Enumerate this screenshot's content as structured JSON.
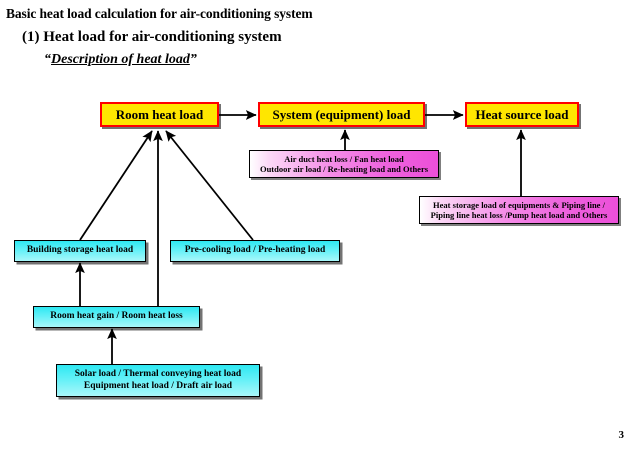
{
  "heading": {
    "main_title": "Basic heat load calculation for air-conditioning system",
    "section_title": "(1) Heat load for air-conditioning system",
    "quote_open": "“",
    "quote_text": "Description of heat load",
    "quote_close": "”"
  },
  "diagram": {
    "top_row": [
      {
        "id": "room-heat-load",
        "label": "Room heat load",
        "color": "#ffe600",
        "border_color": "#ff0000"
      },
      {
        "id": "system-equipment-load",
        "label": "System (equipment) load",
        "color": "#ffe600",
        "border_color": "#ff0000"
      },
      {
        "id": "heat-source-load",
        "label": "Heat source load",
        "color": "#ffe600",
        "border_color": "#ff0000"
      }
    ],
    "magenta_notes": [
      {
        "id": "system-load-detail",
        "line1": "Air duct heat loss / Fan heat load",
        "line2": "Outdoor air load / Re-heating load and Others",
        "color": "#ee63de"
      },
      {
        "id": "heat-source-load-detail",
        "line1": "Heat storage load of equipments & Piping line /",
        "line2": "Piping line heat loss /Pump heat load and Others",
        "color": "#ee63de"
      }
    ],
    "cyan_nodes": [
      {
        "id": "building-storage-heat-load",
        "line1": "Building storage heat load",
        "line2": "",
        "color": "#2ee8f2"
      },
      {
        "id": "pre-cooling-pre-heating-load",
        "line1": "Pre-cooling load / Pre-heating load",
        "line2": "",
        "color": "#2ee8f2"
      },
      {
        "id": "room-heat-gain-loss",
        "line1": "Room heat gain / Room heat loss",
        "line2": "",
        "color": "#2ee8f2"
      },
      {
        "id": "solar-equipment-draft-load",
        "line1": "Solar load / Thermal conveying heat load",
        "line2": "Equipment heat load / Draft air load",
        "color": "#2ee8f2"
      }
    ]
  },
  "footer": {
    "page_number": "3"
  }
}
